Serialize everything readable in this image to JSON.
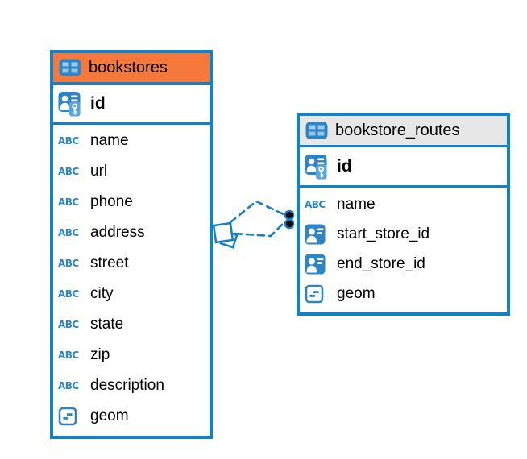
{
  "diagram": {
    "icons": {
      "text_type_label": "ABC"
    },
    "colors": {
      "accent_blue": "#1182C7",
      "bookstores_header": "#F5783C",
      "routes_header": "#E7E7E7",
      "relationship_line": "#1182C7",
      "relationship_dot": "#000000"
    },
    "tables": [
      {
        "name": "bookstores",
        "primary_key": "id",
        "columns": [
          {
            "name": "name",
            "type": "text"
          },
          {
            "name": "url",
            "type": "text"
          },
          {
            "name": "phone",
            "type": "text"
          },
          {
            "name": "address",
            "type": "text"
          },
          {
            "name": "street",
            "type": "text"
          },
          {
            "name": "city",
            "type": "text"
          },
          {
            "name": "state",
            "type": "text"
          },
          {
            "name": "zip",
            "type": "text"
          },
          {
            "name": "description",
            "type": "text"
          },
          {
            "name": "geom",
            "type": "geometry"
          }
        ]
      },
      {
        "name": "bookstore_routes",
        "primary_key": "id",
        "columns": [
          {
            "name": "name",
            "type": "text"
          },
          {
            "name": "start_store_id",
            "type": "reference"
          },
          {
            "name": "end_store_id",
            "type": "reference"
          },
          {
            "name": "geom",
            "type": "geometry"
          }
        ]
      }
    ],
    "relationship": {
      "from_table": "bookstores",
      "to_table": "bookstore_routes",
      "line_style": "dashed"
    }
  }
}
